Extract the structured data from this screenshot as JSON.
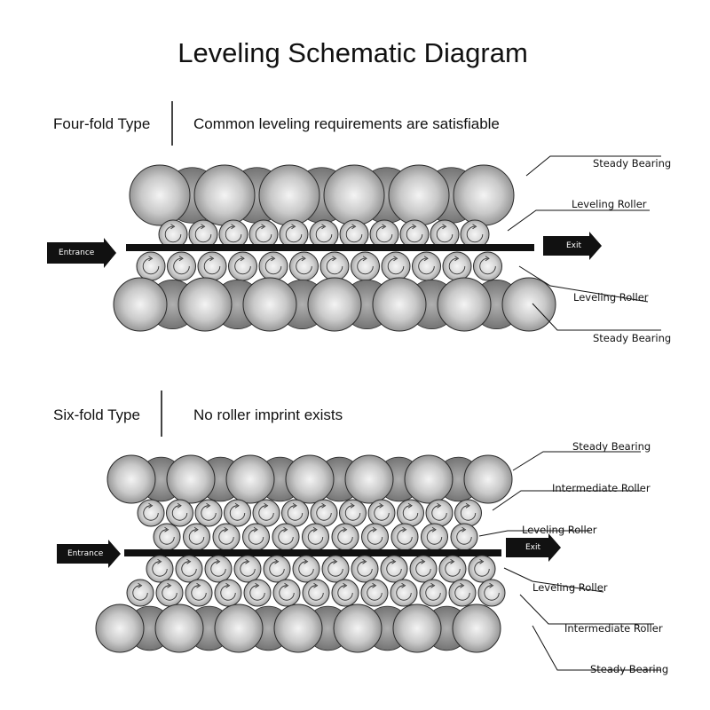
{
  "title": "Leveling Schematic Diagram",
  "sections": [
    {
      "name": "Four-fold Type",
      "description": "Common leveling requirements are satisfiable",
      "labels": [
        "Steady Bearing",
        "Leveling Roller",
        "Leveling Roller",
        "Steady Bearing"
      ],
      "entrance": "Entrance",
      "exit": "Exit"
    },
    {
      "name": "Six-fold Type",
      "description": "No roller imprint exists",
      "labels": [
        "Steady Bearing",
        "Intermediate Roller",
        "Leveling Roller",
        "Leveling Roller",
        "Intermediate Roller",
        "Steady Bearing"
      ],
      "entrance": "Entrance",
      "exit": "Exit"
    }
  ],
  "colors": {
    "strip": "#111111",
    "roller_edge": "#2a2a2a",
    "arrow": "#111111"
  }
}
